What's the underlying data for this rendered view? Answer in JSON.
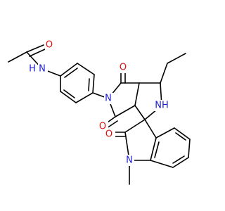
{
  "diagram": {
    "type": "chemical-structure",
    "colors": {
      "carbon_bond": "#000000",
      "nitrogen": "#1f1fd0",
      "oxygen": "#e01010",
      "background": "#ffffff"
    },
    "atom_labels": {
      "acetamide_oxygen": "O",
      "acetamide_nh": "N",
      "acetamide_h": "H",
      "imide_nitrogen": "N",
      "imide_oxygen_top": "O",
      "imide_oxygen_bottom": "O",
      "pyrrolidine_nh": "NH",
      "lactam_oxygen": "O",
      "indoline_nitrogen": "N"
    }
  }
}
